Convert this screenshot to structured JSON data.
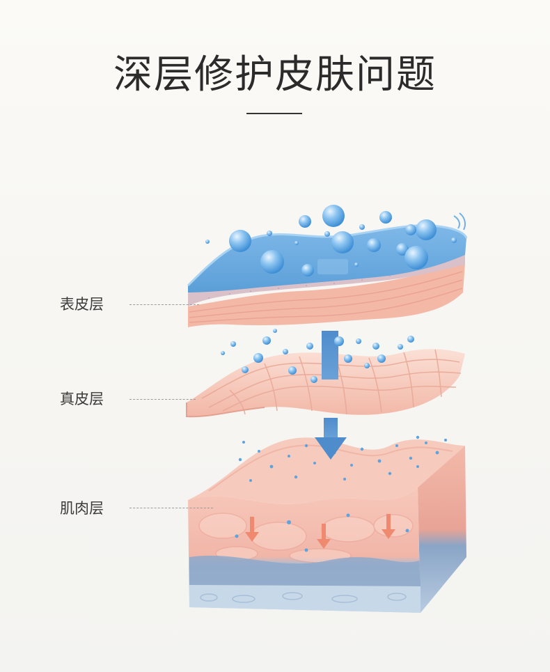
{
  "title": "深层修护皮肤问题",
  "labels": {
    "epidermis": "表皮层",
    "dermis": "真皮层",
    "muscle": "肌肉层"
  },
  "colors": {
    "title_text": "#2b2b2b",
    "label_text": "#3a3a3a",
    "water_blue": "#6fb0e6",
    "skin_pink": "#f3c1b4",
    "tissue_blue": "#9fb6d2",
    "arrow_blue": "#5b8fc8",
    "arrow_coral": "#ef8a70"
  }
}
